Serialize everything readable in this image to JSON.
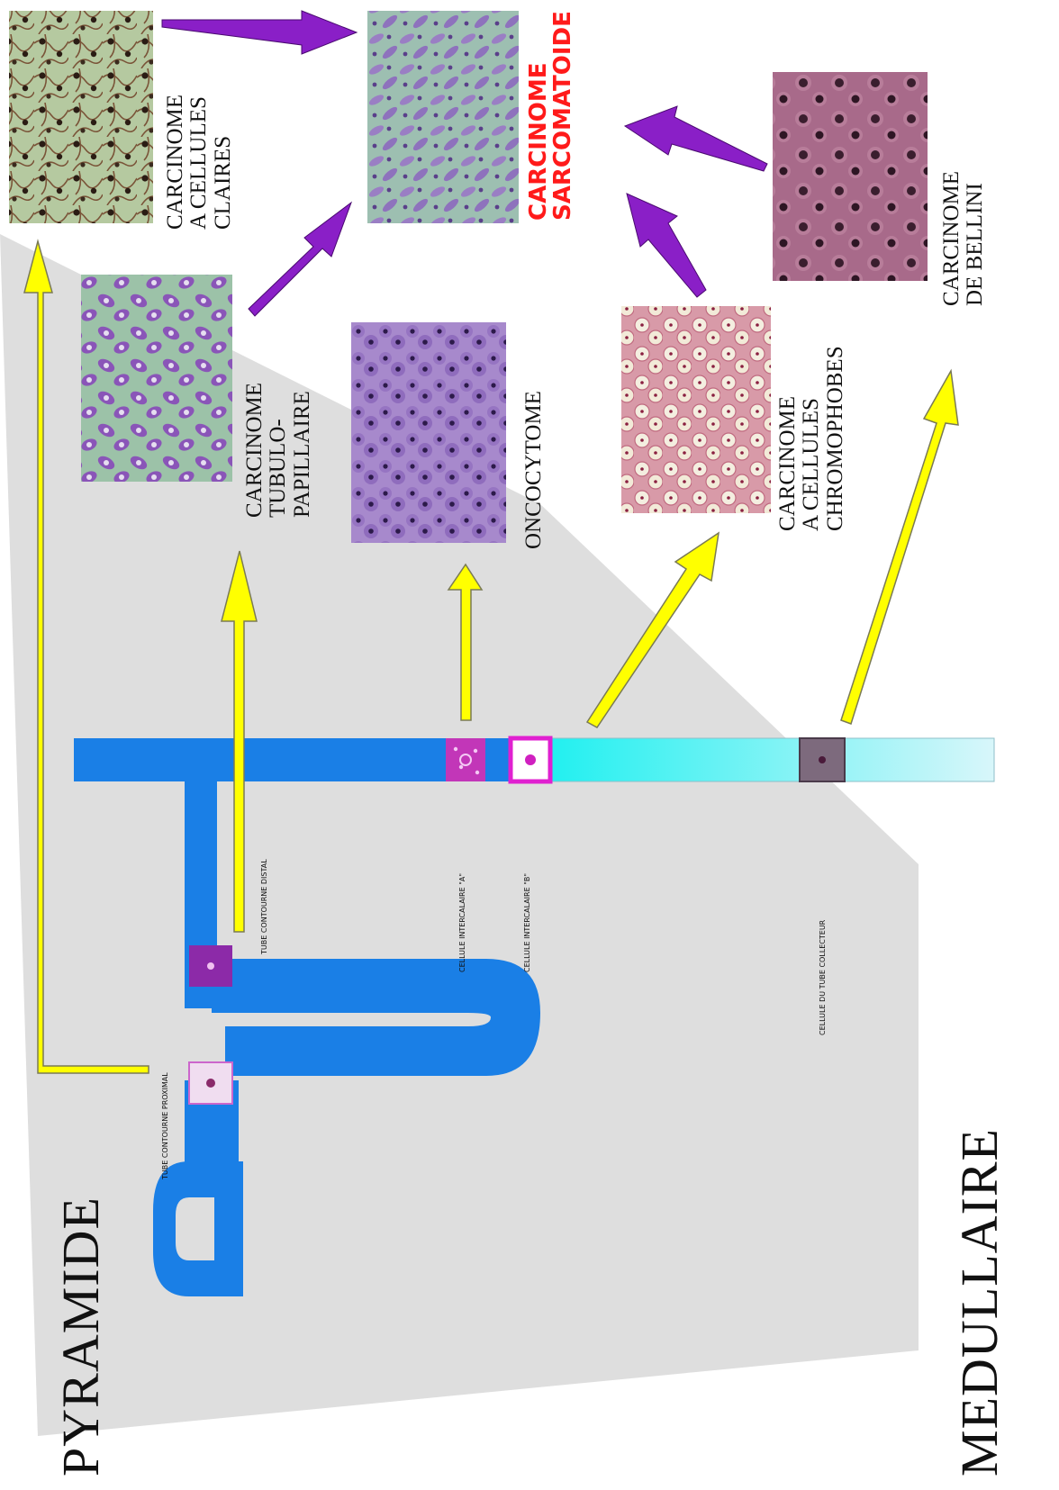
{
  "colors": {
    "pyramid": "#dedede",
    "tube": "#1a7fe6",
    "collector_light": "#a8f0f6",
    "arrow_yellow": "#ffff00",
    "arrow_outline": "#7a7a55",
    "arrow_purple": "#8a1fc7",
    "sarcoma_label": "#ff1a1a"
  },
  "regions": {
    "pyramide": "PYRAMIDE",
    "medullaire": "MEDULLAIRE"
  },
  "tubule_labels": {
    "proximal": "TUBE CONTOURNE PROXIMAL",
    "distal": "TUBE CONTOURNE DISTAL",
    "intercalaire_a": "CELLULE INTERCALAIRE \"A\"",
    "intercalaire_b": "CELLULE INTERCALAIRE \"B\"",
    "collecteur": "CELLULE DU TUBE COLLECTEUR"
  },
  "tumors": {
    "clear_cell": [
      "CARCINOME",
      "A CELLULES",
      "CLAIRES"
    ],
    "papillary": [
      "CARCINOME",
      "TUBULO-",
      "PAPILLAIRE"
    ],
    "oncocytoma": [
      "ONCOCYTOME"
    ],
    "chromophobe": [
      "CARCINOME",
      "A CELLULES",
      "CHROMOPHOBES"
    ],
    "bellini": [
      "CARCINOME",
      "DE BELLINI"
    ],
    "sarcomatoid": [
      "CARCINOME",
      "SARCOMATOIDE"
    ]
  },
  "tissue_icons": {
    "clear_cell": "clear-cell-histology-image",
    "sarcomatoid": "sarcomatoid-histology-image",
    "papillary": "papillary-histology-image",
    "oncocytoma": "oncocytoma-histology-image",
    "chromophobe": "chromophobe-histology-image",
    "bellini": "bellini-histology-image"
  }
}
